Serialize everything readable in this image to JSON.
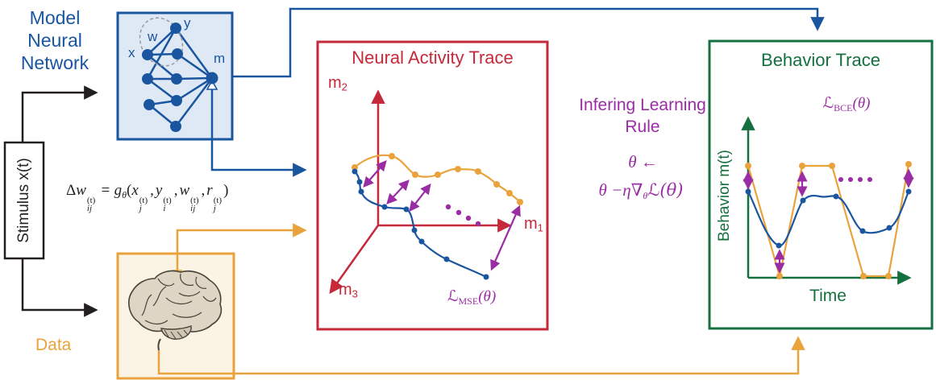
{
  "colors": {
    "blue": "#1a56a0",
    "light_blue_fill": "#dfe9f5",
    "red": "#c5293a",
    "green": "#157040",
    "orange": "#eaa33c",
    "cream_fill": "#fbf3e3",
    "purple": "#9a2da4",
    "black": "#231f20"
  },
  "model": {
    "title": "Model Neural Network",
    "node_labels": {
      "x": "x",
      "w": "w",
      "y": "y",
      "m": "m"
    }
  },
  "stimulus": {
    "label": "Stimulus x(t)"
  },
  "data_box": {
    "label": "Data"
  },
  "equation": {
    "lhs_delta": "Δ",
    "lhs_main": "w",
    "lhs_sup": "(t)",
    "lhs_sub": "ij",
    "equals": "=",
    "func": "g",
    "func_sub": "θ",
    "open": "(",
    "args": [
      {
        "main": "x",
        "sup": "(t)",
        "sub": "j",
        "sep": ","
      },
      {
        "main": "y",
        "sup": "(t)",
        "sub": "i",
        "sep": ","
      },
      {
        "main": "w",
        "sup": "(t)",
        "sub": "ij",
        "sep": ","
      },
      {
        "main": "r",
        "sup": "(t)",
        "sub": "j",
        "sep": ""
      }
    ],
    "close": ")"
  },
  "neural_trace": {
    "title": "Neural Activity Trace",
    "axis_m1_main": "m",
    "axis_m1_sub": "1",
    "axis_m2_main": "m",
    "axis_m2_sub": "2",
    "axis_m3_main": "m",
    "axis_m3_sub": "3",
    "loss_main": "ℒ",
    "loss_sub": "MSE",
    "loss_args": "(θ)"
  },
  "inference": {
    "title": "Infering Learning Rule",
    "update_line1": "θ ←",
    "update_theta": "θ ",
    "update_mid": "−η∇",
    "update_nabla_sub": "θ",
    "update_loss": "ℒ(θ)"
  },
  "behavior_trace": {
    "title": "Behavior Trace",
    "loss_main": "ℒ",
    "loss_sub": "BCE",
    "loss_args": "(θ)",
    "y_axis": "Behavior m(t)",
    "x_axis": "Time"
  }
}
